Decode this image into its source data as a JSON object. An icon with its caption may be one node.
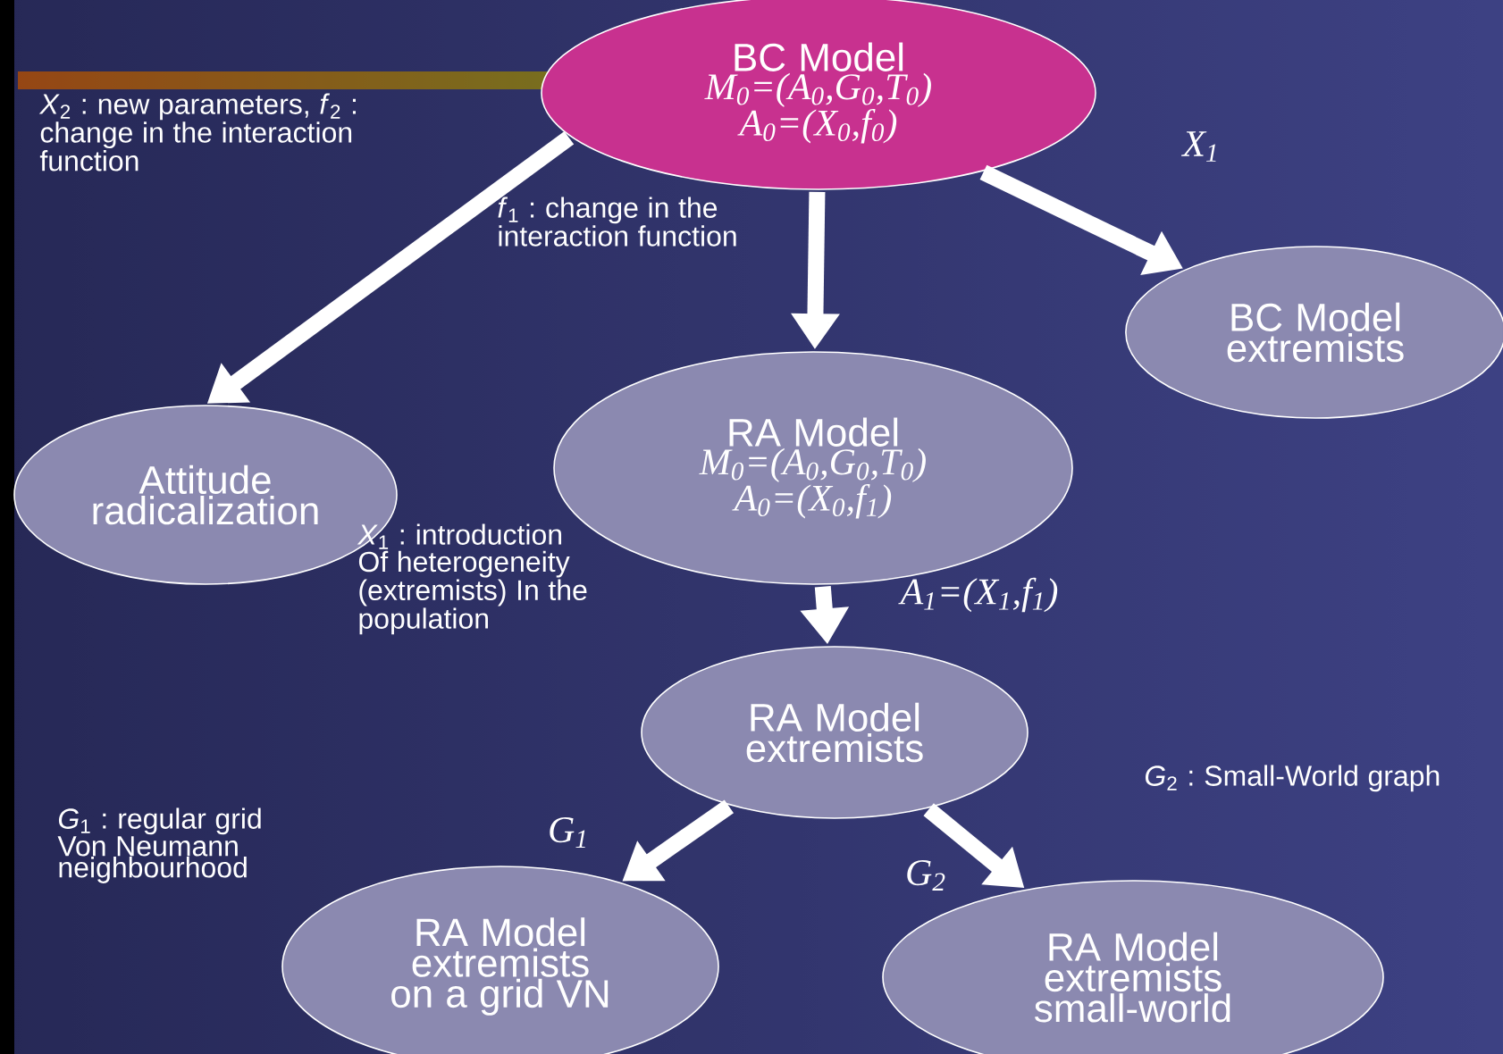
{
  "diagram": {
    "nodes": [
      {
        "text": [
          "BC Model",
          "M$_{0}$=(A$_{0}$,G$_{0}$,T$_{0}$)",
          "A$_{0}$=(X$_{0}$,f$_{0}$)"
        ]
      },
      {
        "text": [
          "BC Model extremists"
        ]
      },
      {
        "text": [
          "Attitude radicalization"
        ]
      },
      {
        "text": [
          "RA Model",
          "M$_{0}$=(A$_{0}$,G$_{0}$,T$_{0}$)",
          "A$_{0}$=(X$_{0}$,f$_{1}$)"
        ]
      },
      {
        "text": [
          "RA Model extremists"
        ]
      },
      {
        "text": [
          "RA Model extremists on a grid VN"
        ]
      },
      {
        "text": [
          "RA Model extremists small-world"
        ]
      }
    ],
    "edges": [
      {
        "from": 0,
        "to": 2,
        "arrow": "to"
      },
      {
        "from": 0,
        "to": 3,
        "arrow": "to"
      },
      {
        "from": 0,
        "to": 1,
        "arrow": "to",
        "label": "X$_{1}$"
      },
      {
        "from": 3,
        "to": 4,
        "arrow": "to",
        "label": "A$_{1}$=(X$_{1}$,f$_{1}$)"
      },
      {
        "from": 4,
        "to": 5,
        "arrow": "to",
        "label": "G$_{1}$"
      },
      {
        "from": 4,
        "to": 6,
        "arrow": "to",
        "label": "G$_{2}$"
      }
    ],
    "labels": [
      "*X*$_{2}$ : new parameters, *f*$_{2}$ : change in the interaction function",
      "*f*$_{1}$ : change in the interaction function",
      "*X*$_{1}$ : introduction Of heterogeneity (extremists) In the population",
      "*G*$_{1}$ : regular grid Von Neumann neighbourhood",
      "*G*$_{2}$ : Small-World graph"
    ]
  }
}
